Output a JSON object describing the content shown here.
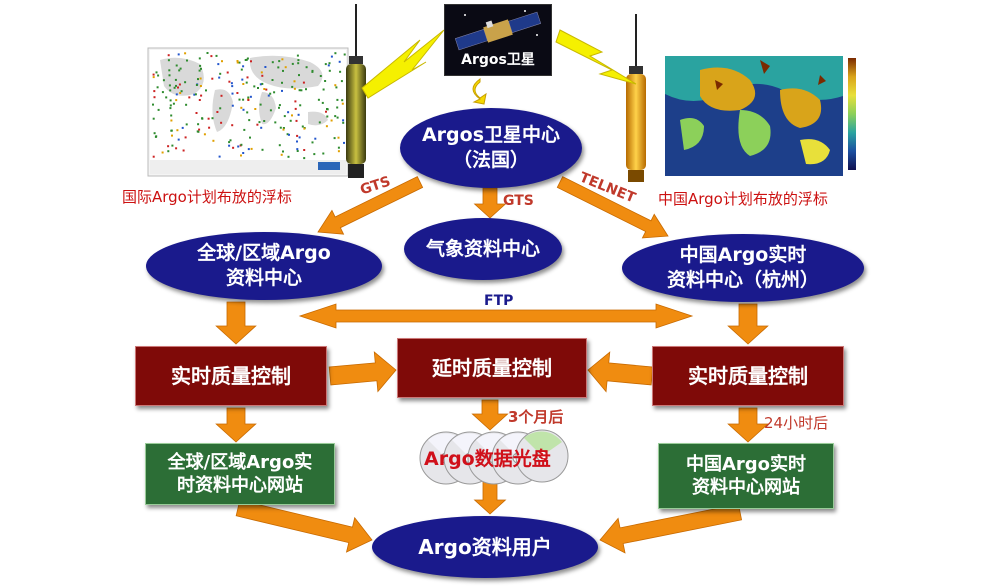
{
  "satellite": {
    "label": "Argos卫星"
  },
  "left_map": {
    "caption": "国际Argo计划布放的浮标"
  },
  "right_map": {
    "caption": "中国Argo计划布放的浮标"
  },
  "nodes": {
    "argos_center": "Argos卫星中心\n（法国）",
    "global_dc": "全球/区域Argo\n资料中心",
    "weather_center": "气象资料中心",
    "china_dc": "中国Argo实时\n资料中心（杭州）",
    "rt_qc_left": "实时质量控制",
    "delayed_qc": "延时质量控制",
    "rt_qc_right": "实时质量控制",
    "global_web": "全球/区域Argo实\n时资料中心网站",
    "argo_cd": "Argo数据光盘",
    "china_web": "中国Argo实时\n资料中心网站",
    "users": "Argo资料用户"
  },
  "edge_labels": {
    "gts_left": "GTS",
    "gts_middle": "GTS",
    "telnet": "TELNET",
    "ftp": "FTP",
    "three_months": "3个月后",
    "twenty_four_hours": "24小时后"
  },
  "colors": {
    "ellipse": "#1a1a8c",
    "red_box": "#7f0a08",
    "green_box": "#2c6e36",
    "arrow": "#f08c10",
    "lightning": "#f5f000",
    "caption_red": "#cc1111",
    "edge_label": "#c0392b"
  }
}
